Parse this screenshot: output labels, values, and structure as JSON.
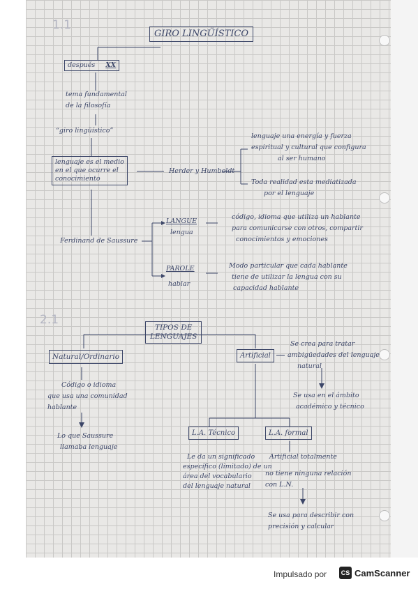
{
  "sections": {
    "s1": "1.1",
    "s2": "2.1"
  },
  "giro": {
    "title": "GIRO LINGÜÍSTICO",
    "despues": "después",
    "siglo": "XX",
    "tema1": "tema fundamental",
    "tema2": "de la filosofía",
    "giro_q": "“giro lingüístico”",
    "lenguaje1": "lenguaje es el medio",
    "lenguaje2": "en el que ocurre el",
    "lenguaje3": "conocimiento",
    "herder": "Herder y Humboldt",
    "energia1": "lenguaje una energía y fuerza",
    "energia2": "espiritual y cultural que configura",
    "energia3": "al ser humano",
    "realidad1": "Toda realidad esta mediatizada",
    "realidad2": "por el lenguaje",
    "saussure": "Ferdinand de Saussure",
    "langue": "LANGUE",
    "lengua": "lengua",
    "langue_def1": "código, idioma que utiliza un hablante",
    "langue_def2": "para comunicarse con otros, compartir",
    "langue_def3": "conocimientos y emociones",
    "parole": "PAROLE",
    "hablar": "hablar",
    "parole_def1": "Modo particular que cada hablante",
    "parole_def2": "tiene de utilizar la lengua con su",
    "parole_def3": "capacidad hablante"
  },
  "tipos": {
    "title1": "TIPOS DE",
    "title2": "LENGUAJES",
    "natural": "Natural/Ordinario",
    "nat_def1": "Código o idioma",
    "nat_def2": "que usa una comunidad",
    "nat_def3": "hablante",
    "nat_saus1": "Lo que Saussure",
    "nat_saus2": "llamaba lenguaje",
    "artificial": "Artificial",
    "art_def1": "Se crea para tratar",
    "art_def2": "ambigüedades del lenguaje",
    "art_def3": "natural",
    "art_use1": "Se usa en el ámbito",
    "art_use2": "académico y técnico",
    "tecnico": "L.A. Técnico",
    "tec_def1": "Le da un significado",
    "tec_def2": "específico (limitado) de un",
    "tec_def3": "área del vocabulario",
    "tec_def4": "del lenguaje natural",
    "formal": "L.A. formal",
    "form_def1": "Artificial totalmente",
    "form_def2": "no tiene ninguna relación",
    "form_def3": "con L.N.",
    "form_def4": "Se usa para describir con",
    "form_def5": "precisión y calcular"
  },
  "footer": {
    "impulsado": "Impulsado por",
    "icon": "CS",
    "brand": "CamScanner"
  },
  "colors": {
    "ink": "#3c4668",
    "paper": "#e9e8e6",
    "grid": "#c9c8c6"
  }
}
